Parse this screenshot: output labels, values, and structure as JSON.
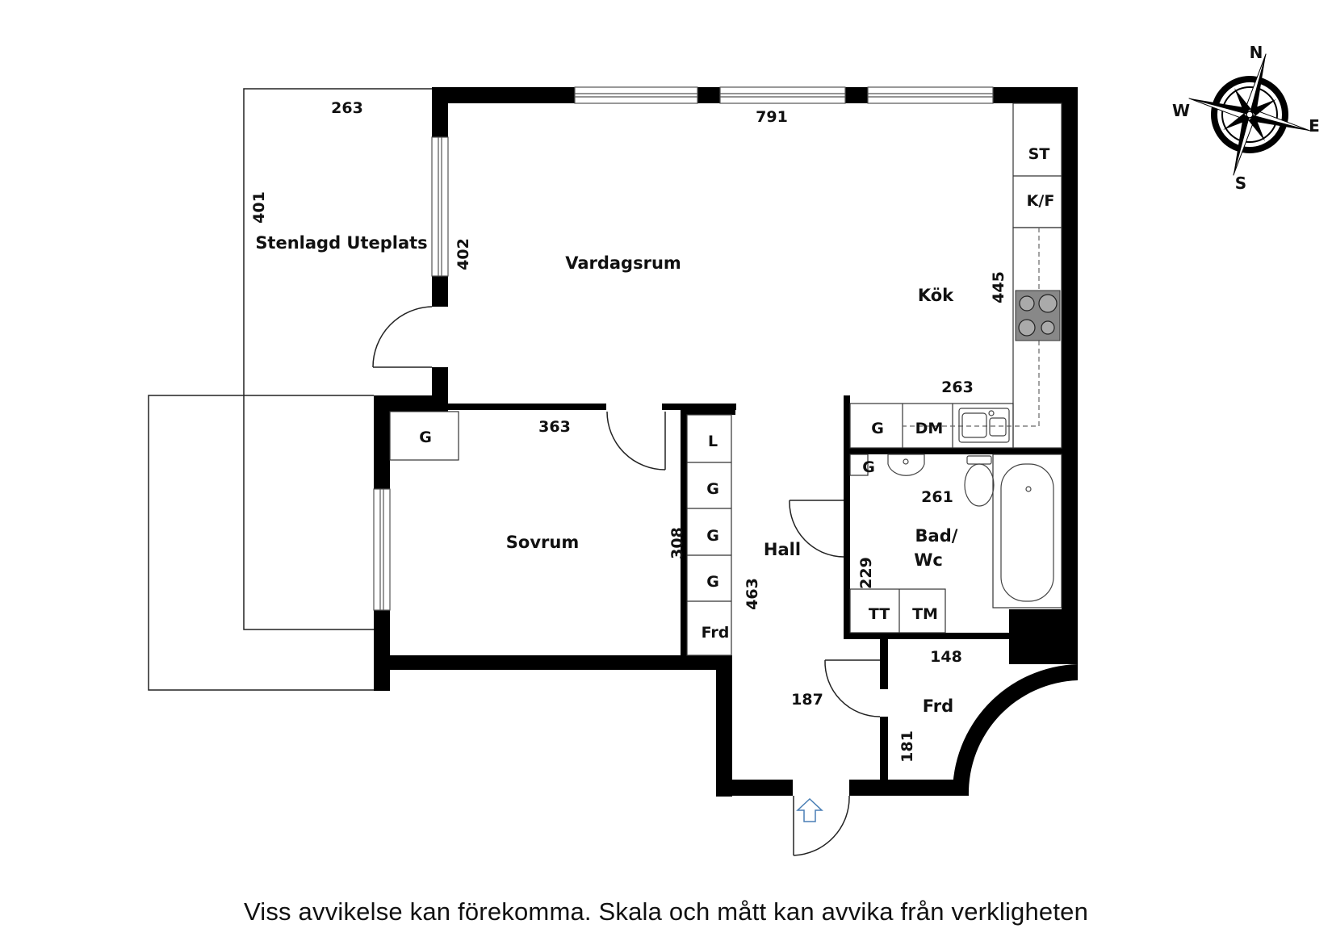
{
  "rooms": {
    "uteplats": "Stenlagd Uteplats",
    "vardagsrum": "Vardagsrum",
    "kok": "Kök",
    "sovrum": "Sovrum",
    "hall": "Hall",
    "bad_line1": "Bad/",
    "bad_line2": "Wc",
    "frd": "Frd"
  },
  "dimensions": {
    "uteplats_width": "263",
    "uteplats_depth": "401",
    "vardagsrum_width": "791",
    "vardagsrum_depth": "402",
    "kok_depth": "445",
    "kok_width": "263",
    "sovrum_width": "363",
    "sovrum_depth": "308",
    "hall_depth": "463",
    "hall_width": "187",
    "bad_width": "261",
    "bad_depth": "229",
    "frd_width": "148",
    "frd_depth": "181"
  },
  "fixtures": {
    "st": "ST",
    "kf": "K/F",
    "dm": "DM",
    "g": "G",
    "l": "L",
    "frd": "Frd",
    "tt": "TT",
    "tm": "TM"
  },
  "compass": {
    "n": "N",
    "e": "E",
    "s": "S",
    "w": "W"
  },
  "disclaimer": "Viss avvikelse kan förekomma. Skala och mått kan avvika från verkligheten"
}
